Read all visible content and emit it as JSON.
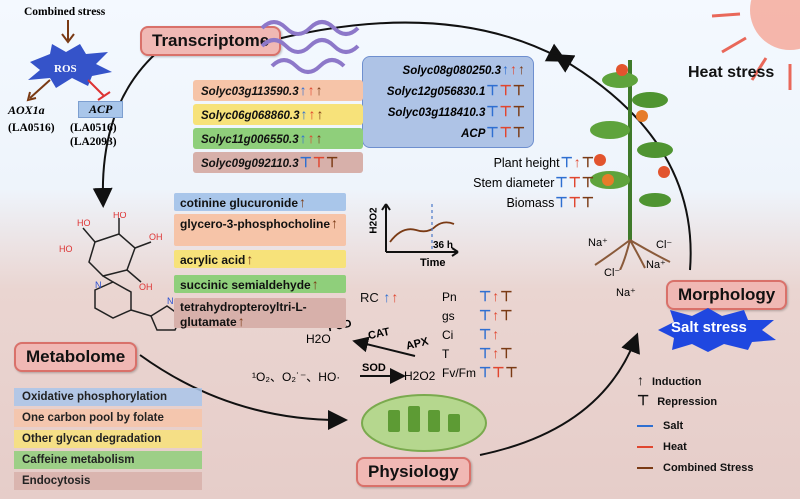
{
  "titles": {
    "transcriptome": "Transcriptome",
    "metabolome": "Metabolome",
    "physiology": "Physiology",
    "morphology": "Morphology",
    "heat_stress": "Heat stress",
    "salt_stress": "Salt stress"
  },
  "ros_panel": {
    "combined_stress": "Combined stress",
    "ros": "ROS",
    "aox": "AOX1a",
    "acp": "ACP",
    "aox_line": "(LA0516)",
    "acp_line1": "(LA0516)",
    "acp_line2": "(LA2093)"
  },
  "genes_left": [
    {
      "name": "Solyc03g113590.3",
      "color": "#f6c4a8"
    },
    {
      "name": "Solyc06g068860.3",
      "color": "#f7e27a"
    },
    {
      "name": "Solyc11g006550.3",
      "color": "#8fcf7b"
    },
    {
      "name": "Solyc09g092110.3",
      "color": "#d7b0aa"
    }
  ],
  "genes_right": [
    {
      "name": "Solyc08g080250.3"
    },
    {
      "name": "Solyc12g056830.1"
    },
    {
      "name": "Solyc03g118410.3"
    },
    {
      "name": "ACP"
    }
  ],
  "metabolites": [
    {
      "name": "cotinine glucuronide",
      "color": "#a9c6ea"
    },
    {
      "name": "glycero-3-phosphocholine",
      "color": "#f6c4a8"
    },
    {
      "name": "acrylic acid",
      "color": "#f7e27a"
    },
    {
      "name": "succinic semialdehyde",
      "color": "#8fcf7b"
    },
    {
      "name": "tetrahydropteroyltri-L-glutamate",
      "color": "#d7b0aa"
    }
  ],
  "legend": [
    {
      "label": "Oxidative phosphorylation",
      "color": "#a9c6ea"
    },
    {
      "label": "One carbon pool by folate",
      "color": "#f6c4a8"
    },
    {
      "label": "Other glycan degradation",
      "color": "#f7e27a"
    },
    {
      "label": "Caffeine metabolism",
      "color": "#8fcf7b"
    },
    {
      "label": "Endocytosis",
      "color": "#d7b0aa"
    }
  ],
  "morphology_traits": [
    {
      "label": "Plant height"
    },
    {
      "label": "Stem diameter"
    },
    {
      "label": "Biomass"
    }
  ],
  "physiology": {
    "rc": "RC",
    "h2o2_axis": "H2O2",
    "time": "Time",
    "h36": "36 h",
    "pod": "POD",
    "cat": "CAT",
    "apx": "APX",
    "sod": "SOD",
    "h2o": "H2O",
    "h2o2": "H2O2",
    "ros_species": "¹O₂、O₂˙⁻、HO·",
    "params": [
      {
        "label": "Pn"
      },
      {
        "label": "gs"
      },
      {
        "label": "Ci"
      },
      {
        "label": "T"
      },
      {
        "label": "Fv/Fm"
      }
    ]
  },
  "ions": [
    "Na⁺",
    "Cl⁻",
    "Na⁺",
    "Cl⁻",
    "Na⁺"
  ],
  "key": {
    "induction": "Induction",
    "repression": "Repression",
    "salt": "Salt",
    "heat": "Heat",
    "combined": "Combined Stress"
  },
  "colors": {
    "salt": "#2f6fd1",
    "heat": "#e0462f",
    "combined": "#7a3a14",
    "title_box": "#f0b8b4"
  }
}
